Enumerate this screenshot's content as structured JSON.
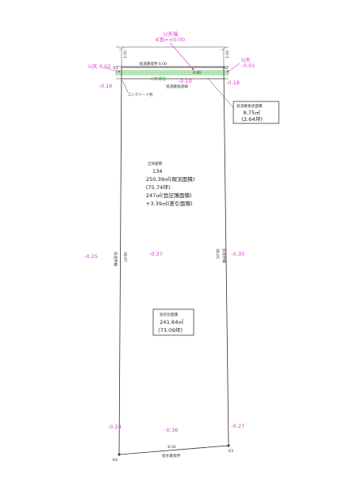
{
  "plot": {
    "corners": {
      "k1": "K1",
      "k2": "K2",
      "k3": "K3",
      "k4": "K4"
    },
    "top_road_label": "仮道路境界 8.00",
    "setback_line_label": "仮道路後退線",
    "concrete_label": "コンクリート杭",
    "dim_top_left": "1.00",
    "dim_top_right": "1.00",
    "left_side_label": "仮境界線",
    "left_side_len": "38.97",
    "right_side_label": "仮境界線",
    "right_side_len": "38.05",
    "bottom_len": "8.50",
    "bottom_label": "仮水路境界",
    "green_label": "U字溝幅",
    "inner_top_label": "0.80"
  },
  "elevations": {
    "u_top_label": "U天端",
    "u_top_value": "K測=±0.00",
    "u_left": "U天 0.02",
    "u_right_label": "U天",
    "u_right": "-0.01",
    "tl": "-0.16",
    "tm": "-0.10",
    "tr": "-0.18",
    "ml": "-0.25",
    "mc": "-0.37",
    "mr": "-0.30",
    "bl": "-0.24",
    "bc": "-0.36",
    "br": "-0.27"
  },
  "setback_box": {
    "title": "仮道路後退面積",
    "area": "8.75㎡",
    "tsubo": "(2.64坪)"
  },
  "area_info": {
    "heading": "全体面積",
    "lot": "134",
    "line1": "250.39㎡(現況面積)",
    "line2": "(75.74坪)",
    "line3": "247㎡(登記簿面積)",
    "line4": "+3.39㎡(差引面積)"
  },
  "net_box": {
    "title": "仮有効面積",
    "area": "241.64㎡",
    "tsubo": "(73.09坪)"
  }
}
